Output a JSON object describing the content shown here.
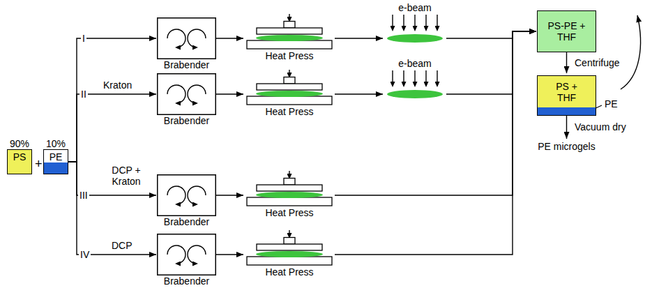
{
  "diagram": {
    "nodes": [
      {
        "text": [
          "90%",
          "PS"
        ]
      },
      {
        "text": [
          "10%",
          "PE"
        ]
      },
      {
        "text": [
          "Brabender"
        ]
      },
      {
        "text": [
          "Heat Press"
        ]
      },
      {
        "text": [
          "e-beam"
        ]
      },
      {
        "text": [
          "Brabender"
        ]
      },
      {
        "text": [
          "Heat Press"
        ]
      },
      {
        "text": [
          "e-beam"
        ]
      },
      {
        "text": [
          "Brabender"
        ]
      },
      {
        "text": [
          "Heat Press"
        ]
      },
      {
        "text": [
          "Brabender"
        ]
      },
      {
        "text": [
          "Heat Press"
        ]
      },
      {
        "text": [
          "PS-PE + THF"
        ]
      },
      {
        "text": [
          "PS + THF"
        ]
      },
      {
        "text": [
          "PE microgels"
        ]
      }
    ],
    "edges": [
      {
        "from": 1,
        "to": 2,
        "arrow": "to"
      },
      {
        "from": 1,
        "to": 5,
        "label": "Kraton",
        "arrow": "to"
      },
      {
        "from": 1,
        "to": 8,
        "label": "DCP + Kraton",
        "arrow": "to"
      },
      {
        "from": 1,
        "to": 10,
        "label": "DCP",
        "arrow": "to"
      },
      {
        "from": 2,
        "to": 3,
        "arrow": "to"
      },
      {
        "from": 3,
        "to": 4,
        "arrow": "to"
      },
      {
        "from": 5,
        "to": 6,
        "arrow": "to"
      },
      {
        "from": 6,
        "to": 7,
        "arrow": "to"
      },
      {
        "from": 8,
        "to": 9,
        "arrow": "to"
      },
      {
        "from": 10,
        "to": 11,
        "arrow": "to"
      },
      {
        "from": 4,
        "to": 12,
        "arrow": "to"
      },
      {
        "from": 7,
        "to": 12,
        "arrow": "to"
      },
      {
        "from": 9,
        "to": 12,
        "arrow": "to"
      },
      {
        "from": 11,
        "to": 12,
        "arrow": "to"
      },
      {
        "from": 12,
        "to": 13,
        "label": "Centrifuge",
        "arrow": "to"
      },
      {
        "from": 13,
        "to": 14,
        "label": "Vacuum dry",
        "arrow": "to"
      }
    ],
    "labels": [
      "+",
      "I",
      "II",
      "III",
      "IV",
      "PE"
    ]
  }
}
